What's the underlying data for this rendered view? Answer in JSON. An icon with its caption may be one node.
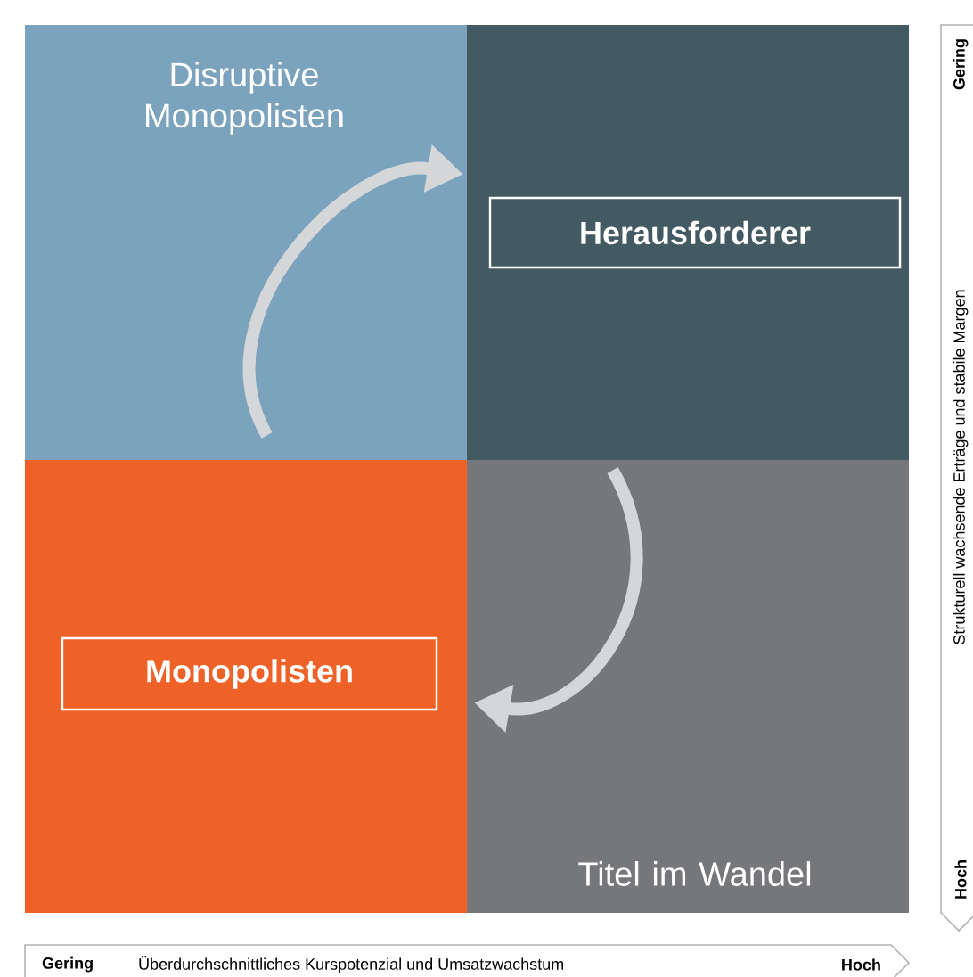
{
  "diagram": {
    "nodes": [
      {
        "text": [
          "Disruptive Monopolisten"
        ]
      },
      {
        "text": [],
        "shape": "box"
      },
      {
        "text": [
          "Herausforderer"
        ],
        "in": 1
      },
      {
        "text": [],
        "shape": "box"
      },
      {
        "text": [
          "Monopolisten"
        ],
        "in": 3
      },
      {
        "text": [
          "Titel im Wandel"
        ]
      }
    ],
    "edges": [
      {
        "from": 0,
        "to": 1,
        "arrow": "to"
      },
      {
        "from": 5,
        "to": 3,
        "arrow": "to"
      }
    ],
    "labels": [
      "Gering",
      "Überdurchschnittliches Kurspotenzial und Umsatzwachstum",
      "Hoch",
      "Gering",
      "Strukturell wachsende Erträge und stabile Margen",
      "Hoch"
    ]
  }
}
